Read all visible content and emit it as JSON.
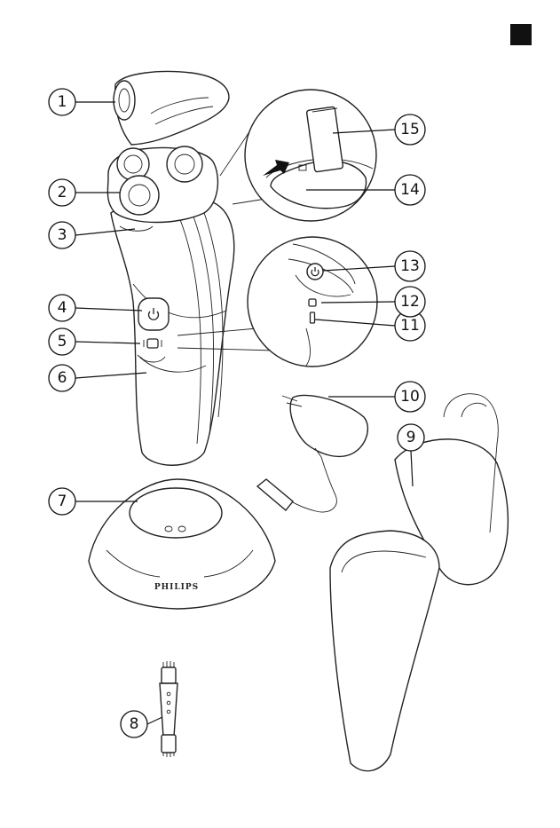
{
  "page_marker": {
    "color": "#111111"
  },
  "brand": {
    "text": "PHILIPS"
  },
  "callouts": [
    {
      "label": "1"
    },
    {
      "label": "2"
    },
    {
      "label": "3"
    },
    {
      "label": "4"
    },
    {
      "label": "5"
    },
    {
      "label": "6"
    },
    {
      "label": "7"
    },
    {
      "label": "8"
    },
    {
      "label": "9"
    },
    {
      "label": "10"
    },
    {
      "label": "11"
    },
    {
      "label": "12"
    },
    {
      "label": "13"
    },
    {
      "label": "14"
    },
    {
      "label": "15"
    }
  ],
  "icons": [
    "power-icon",
    "lock-icon",
    "battery-icon",
    "arrow-icon"
  ]
}
